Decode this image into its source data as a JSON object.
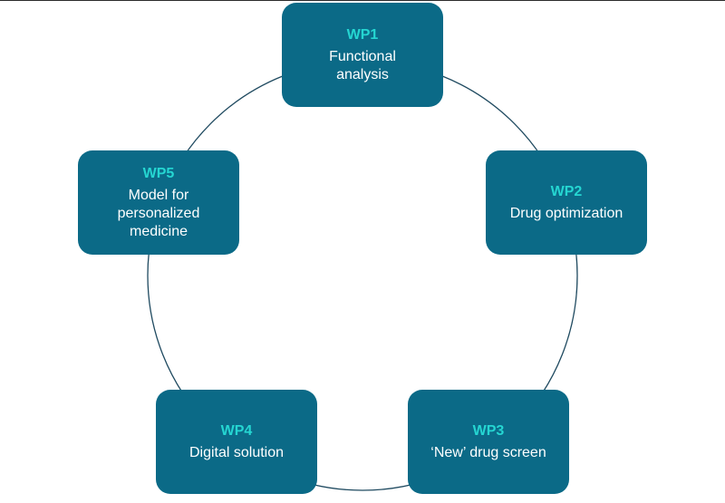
{
  "diagram": {
    "type": "cycle",
    "colors": {
      "box_fill": "#0b6a87",
      "wp_label": "#25d6d2",
      "text": "#ffffff",
      "connector": "#1f4a60"
    },
    "nodes": [
      {
        "id": "wp1",
        "code": "WP1",
        "label_lines": [
          "Functional",
          "analysis"
        ]
      },
      {
        "id": "wp2",
        "code": "WP2",
        "label_lines": [
          "Drug optimization"
        ]
      },
      {
        "id": "wp3",
        "code": "WP3",
        "label_lines": [
          "‘New’ drug screen"
        ]
      },
      {
        "id": "wp4",
        "code": "WP4",
        "label_lines": [
          "Digital solution"
        ]
      },
      {
        "id": "wp5",
        "code": "WP5",
        "label_lines": [
          "Model for",
          "personalized",
          "medicine"
        ]
      }
    ],
    "edges": [
      [
        "wp1",
        "wp2"
      ],
      [
        "wp2",
        "wp3"
      ],
      [
        "wp3",
        "wp4"
      ],
      [
        "wp4",
        "wp5"
      ],
      [
        "wp5",
        "wp1"
      ]
    ]
  }
}
